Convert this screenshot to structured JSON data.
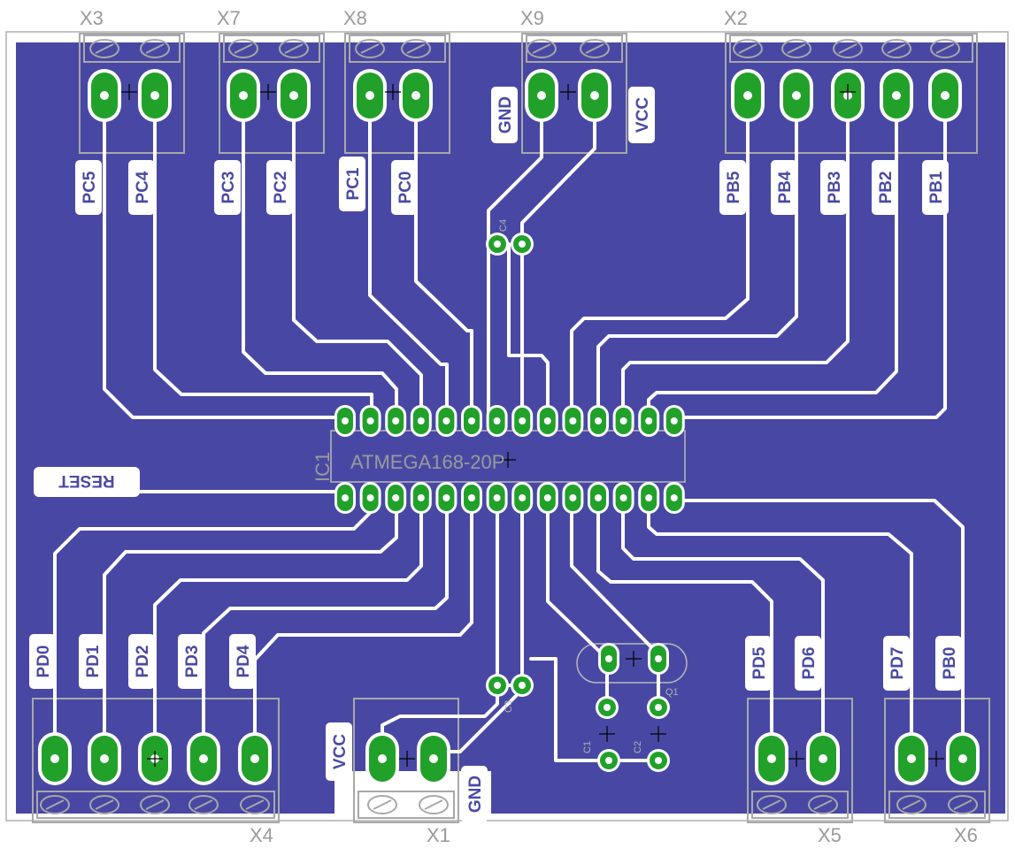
{
  "board": {
    "colors": {
      "copper": "#4848a4",
      "pad": "#21a12a",
      "trace": "#ffffff",
      "silkscreen": "#a8a8a8"
    }
  },
  "connectors": {
    "X3": {
      "name": "X3",
      "signals": [
        "PC5",
        "PC4"
      ]
    },
    "X7": {
      "name": "X7",
      "signals": [
        "PC3",
        "PC2"
      ]
    },
    "X8": {
      "name": "X8",
      "signals": [
        "PC1",
        "PC0"
      ]
    },
    "X9": {
      "name": "X9",
      "signals": [
        "GND",
        "VCC"
      ]
    },
    "X2": {
      "name": "X2",
      "signals": [
        "PB5",
        "PB4",
        "PB3",
        "PB2",
        "PB1"
      ]
    },
    "X4": {
      "name": "X4",
      "signals": [
        "PD0",
        "PD1",
        "PD2",
        "PD3",
        "PD4"
      ]
    },
    "X1": {
      "name": "X1",
      "signals": [
        "VCC",
        "GND"
      ]
    },
    "X5": {
      "name": "X5",
      "signals": [
        "PD5",
        "PD6"
      ]
    },
    "X6": {
      "name": "X6",
      "signals": [
        "PD7",
        "PB0"
      ]
    }
  },
  "ic": {
    "ref": "IC1",
    "part": "ATMEGA168-20P"
  },
  "components": {
    "crystal": "Q1",
    "cap1": "C1",
    "cap2": "C2",
    "cap3": "C3",
    "cap4": "C4"
  },
  "labels": {
    "reset": "RESET"
  }
}
